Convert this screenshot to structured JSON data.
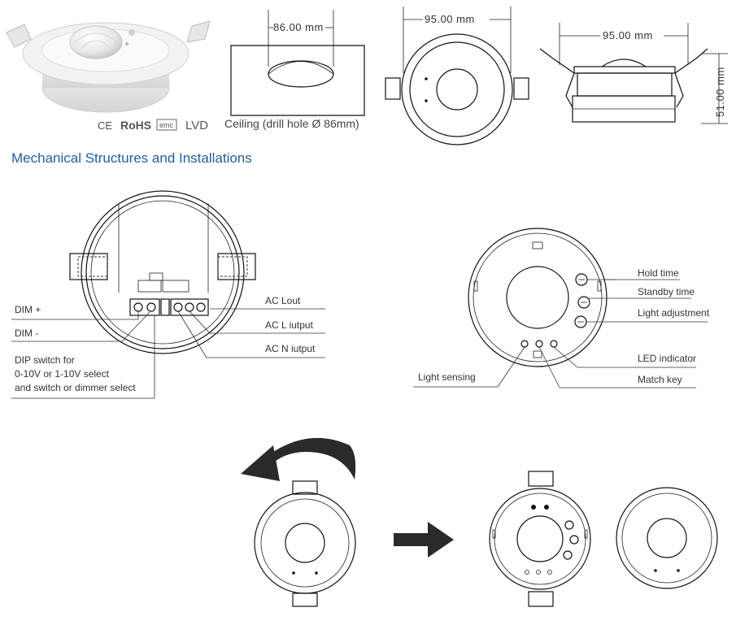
{
  "certifications": {
    "ce": "CE",
    "rohs": "RoHS",
    "emc": "emc",
    "lvd": "LVD"
  },
  "drawings": {
    "ceiling_caption": "Ceiling (drill hole Ø 86mm)",
    "dim_drill": "86.00 mm",
    "dim_front_width": "95.00 mm",
    "dim_side_width": "95.00 mm",
    "dim_side_height": "51.00 mm"
  },
  "section_title": "Mechanical Structures and Installations",
  "wiring_labels": {
    "dim_plus": "DIM +",
    "dim_minus": "DIM -",
    "dip_line1": "DIP switch for",
    "dip_line2": "0-10V or 1-10V select",
    "dip_line3": "and switch or dimmer select",
    "ac_lout": "AC Lout",
    "ac_l_input": "AC L iutput",
    "ac_n_input": "AC N iutput"
  },
  "control_labels": {
    "hold_time": "Hold time",
    "standby_time": "Standby time",
    "light_adjustment": "Light adjustment",
    "led_indicator": "LED indicator",
    "match_key": "Match key",
    "light_sensing": "Light sensing"
  },
  "colors": {
    "title": "#1f5f9f",
    "ink": "#111111",
    "leader": "#333333"
  },
  "icons": [
    "sensor-product-photo",
    "rotate-arrow-icon",
    "right-arrow-icon"
  ]
}
